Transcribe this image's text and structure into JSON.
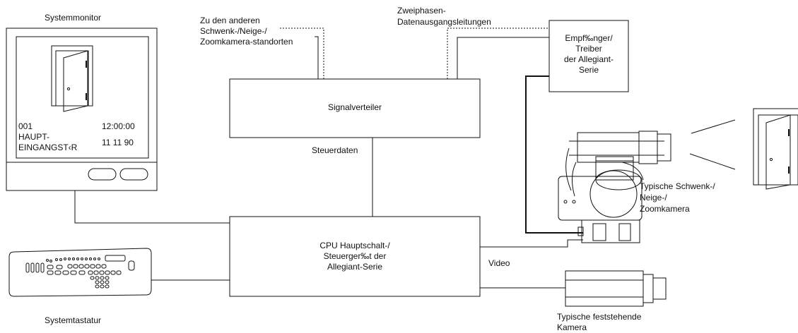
{
  "labels": {
    "systemmonitor": "Systemmonitor",
    "monitor_id": "001",
    "monitor_time": "12:00:00",
    "monitor_name_line1": "HAUPT-",
    "monitor_name_line2": "EINGANGST‹R",
    "monitor_date": "11 11 90",
    "other_sites_line1": "Zu den anderen",
    "other_sites_line2": "Schwenk-/Neige-/",
    "other_sites_line3": "Zoomkamera-standorten",
    "two_phase_line1": "Zweiphasen-",
    "two_phase_line2": "Datenausgangsleitungen",
    "receiver_line1": "Empf‰nger/",
    "receiver_line2": "Treiber",
    "receiver_line3": "der Allegiant-",
    "receiver_line4": "Serie",
    "signal_distributor": "Signalverteiler",
    "control_data": "Steuerdaten",
    "cpu_line1": "CPU Hauptschalt-/",
    "cpu_line2": "Steuerger‰t der",
    "cpu_line3": "Allegiant-Serie",
    "video": "Video",
    "ptz_line1": "Typische Schwenk-/",
    "ptz_line2": "Neige-/",
    "ptz_line3": "Zoomkamera",
    "fixed_line1": "Typische feststehende",
    "fixed_line2": "Kamera",
    "keyboard": "Systemtastatur"
  }
}
